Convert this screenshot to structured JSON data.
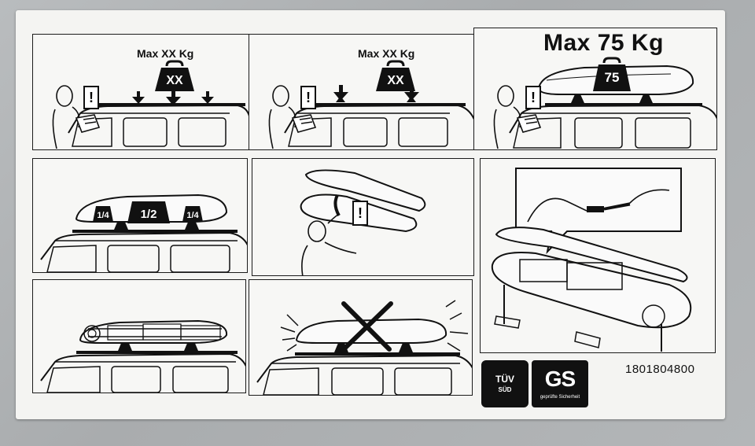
{
  "panels": {
    "p1": {
      "header": "Max XX Kg",
      "weight": "XX"
    },
    "p2": {
      "header": "Max XX Kg",
      "weight": "XX"
    },
    "p3": {
      "header": "Max 75 Kg",
      "weight": "75"
    },
    "p4": {
      "loads": [
        "1/4",
        "1/2",
        "1/4"
      ]
    }
  },
  "warning_symbol": "!",
  "part_number": "1801804800",
  "certs": {
    "tuv": {
      "line1": "TÜV",
      "line2": "SÜD"
    },
    "gs": {
      "mark": "GS",
      "sub": "geprüfte Sicherheit"
    }
  },
  "icons": [
    "weight-icon",
    "warning-icon",
    "arrow-down-icon",
    "cross-icon"
  ]
}
